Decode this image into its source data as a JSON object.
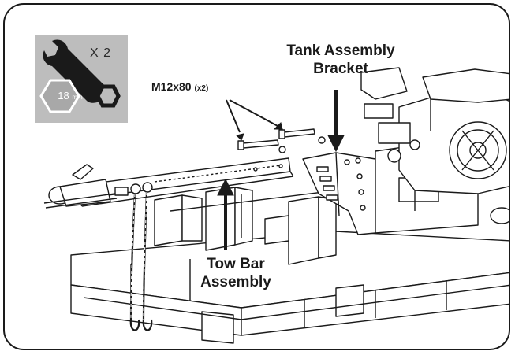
{
  "tool": {
    "quantity": "X 2",
    "size_value": "18",
    "size_unit": "mm",
    "icon": "wrench-icon",
    "hex_icon": "hex-nut-icon"
  },
  "bolt_label": {
    "spec": "M12x80",
    "count": "(x2)"
  },
  "callouts": {
    "tank_bracket_line1": "Tank Assembly",
    "tank_bracket_line2": "Bracket",
    "tow_bar_line1": "Tow Bar",
    "tow_bar_line2": "Assembly"
  },
  "colors": {
    "ink": "#1a1a1a",
    "tool_panel": "#bdbdbd",
    "hex_fill": "#a8a8a8",
    "background": "#ffffff"
  }
}
